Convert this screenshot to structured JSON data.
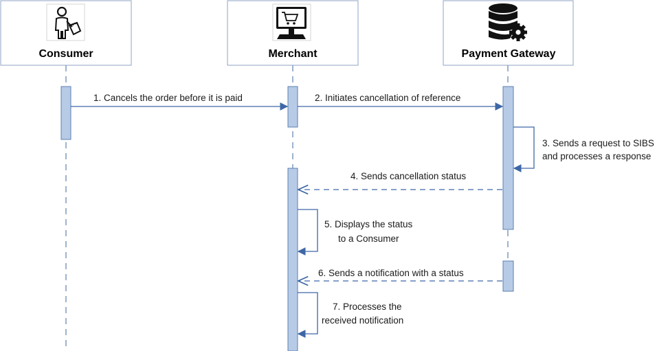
{
  "participants": [
    {
      "id": "consumer",
      "label": "Consumer",
      "icon": "person-shopping-icon"
    },
    {
      "id": "merchant",
      "label": "Merchant",
      "icon": "monitor-cart-icon"
    },
    {
      "id": "gateway",
      "label": "Payment Gateway",
      "icon": "database-gear-icon"
    }
  ],
  "messages": [
    {
      "label": "1. Cancels the order before it is paid",
      "from": "consumer",
      "to": "merchant",
      "style": "solid"
    },
    {
      "label": "2. Initiates cancellation of reference",
      "from": "merchant",
      "to": "gateway",
      "style": "solid"
    },
    {
      "label_lines": [
        "3. Sends a request to SIBS",
        "and processes a response"
      ],
      "from": "gateway",
      "to": "gateway",
      "style": "self"
    },
    {
      "label": "4. Sends cancellation status",
      "from": "gateway",
      "to": "merchant",
      "style": "dashed"
    },
    {
      "label_lines": [
        "5. Displays the status",
        "to a Consumer"
      ],
      "from": "merchant",
      "to": "merchant",
      "style": "self"
    },
    {
      "label": "6. Sends a notification with a status",
      "from": "gateway",
      "to": "merchant",
      "style": "dashed"
    },
    {
      "label_lines": [
        "7. Processes the",
        "received notification"
      ],
      "from": "merchant",
      "to": "merchant",
      "style": "self"
    }
  ],
  "colors": {
    "box_border": "#8fa3c4",
    "lifeline": "#6a88b4",
    "activation_fill": "#b7cbe6",
    "activation_border": "#5b7fb0",
    "arrow": "#3d67a6"
  }
}
